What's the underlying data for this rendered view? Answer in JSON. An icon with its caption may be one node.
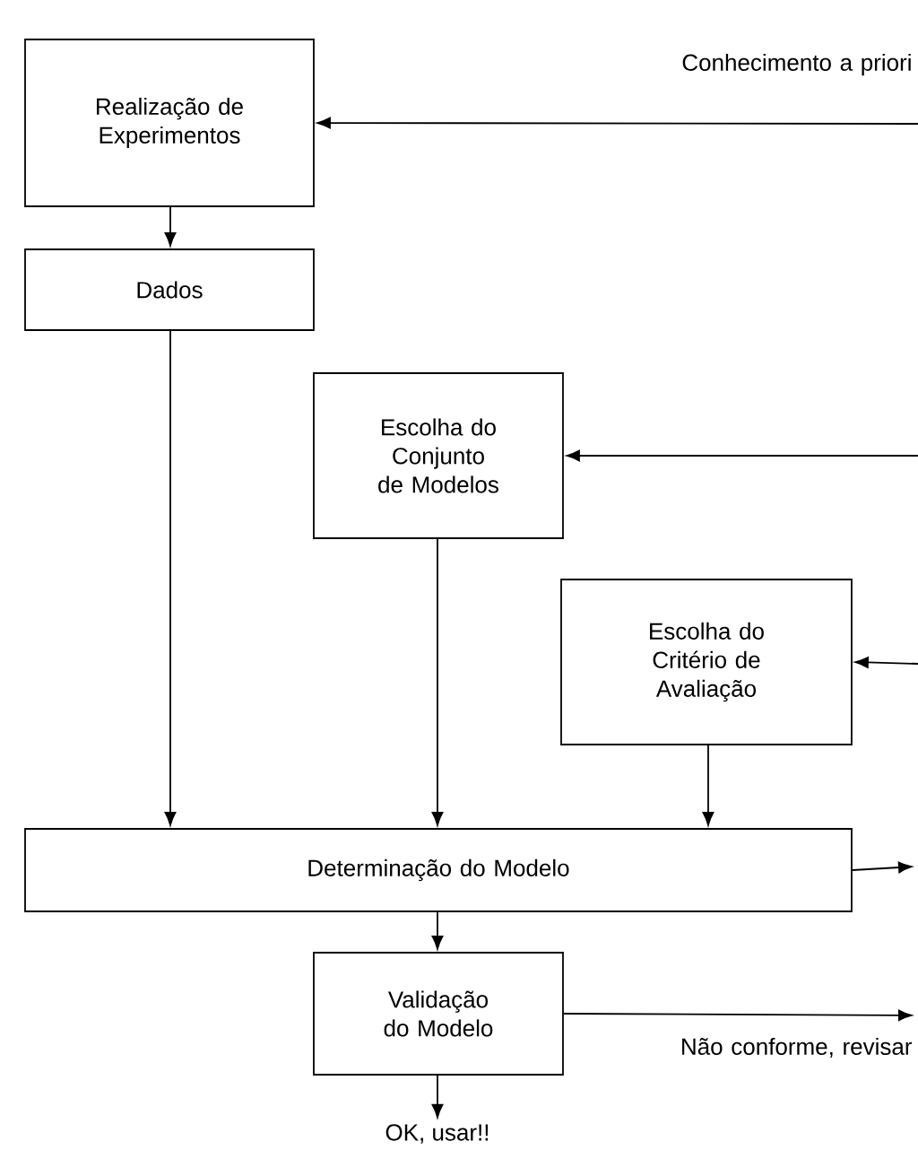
{
  "diagram": {
    "nodes": [
      {
        "text": [
          "Realização de Experimentos"
        ]
      },
      {
        "text": [
          "Dados"
        ]
      },
      {
        "text": [
          "Escolha do Conjunto de Modelos"
        ]
      },
      {
        "text": [
          "Escolha do Critério de Avaliação"
        ]
      },
      {
        "text": [
          "Determinação do Modelo"
        ]
      },
      {
        "text": [
          "Validação do Modelo"
        ]
      },
      {
        "text": [
          "OK, usar!!"
        ]
      }
    ],
    "edges": [
      {
        "from": null,
        "to": 0,
        "arrow": "to",
        "label": "Conhecimento a priori"
      },
      {
        "from": 0,
        "to": 1,
        "arrow": "to"
      },
      {
        "from": null,
        "to": 2,
        "arrow": "to"
      },
      {
        "from": null,
        "to": 3,
        "arrow": "to"
      },
      {
        "from": 1,
        "to": 4,
        "arrow": "to"
      },
      {
        "from": 2,
        "to": 4,
        "arrow": "to"
      },
      {
        "from": 3,
        "to": 4,
        "arrow": "to"
      },
      {
        "from": 4,
        "to": null,
        "arrow": "to"
      },
      {
        "from": 4,
        "to": 5,
        "arrow": "to"
      },
      {
        "from": 5,
        "to": null,
        "arrow": "to",
        "label": "Não conforme, revisar"
      },
      {
        "from": 5,
        "to": 6,
        "arrow": "to"
      }
    ]
  }
}
